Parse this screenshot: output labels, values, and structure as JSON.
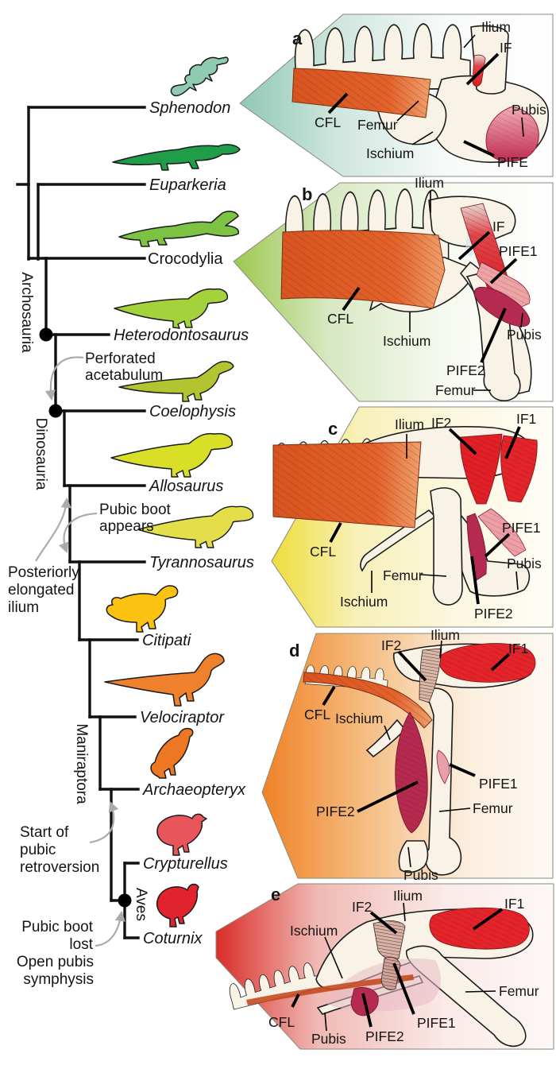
{
  "tree": {
    "clade_labels": {
      "archosauria": "Archosauria",
      "dinosauria": "Dinosauria",
      "maniraptora": "Maniraptora",
      "aves": "Aves"
    },
    "taxa": [
      {
        "name": "Sphenodon",
        "color": "#8fcbb0"
      },
      {
        "name": "Euparkeria",
        "color": "#1f9d49"
      },
      {
        "name": "Crocodylia",
        "color": "#7dc242"
      },
      {
        "name": "Heterodontosaurus",
        "color": "#a4d23b"
      },
      {
        "name": "Coelophysis",
        "color": "#b3c431"
      },
      {
        "name": "Allosaurus",
        "color": "#d9df26"
      },
      {
        "name": "Tyrannosaurus",
        "color": "#e4de4a"
      },
      {
        "name": "Citipati",
        "color": "#fcc211"
      },
      {
        "name": "Velociraptor",
        "color": "#f0812c"
      },
      {
        "name": "Archaeopteryx",
        "color": "#ed7722"
      },
      {
        "name": "Crypturellus",
        "color": "#e8555a"
      },
      {
        "name": "Coturnix",
        "color": "#e0232c"
      }
    ],
    "annotations": {
      "perforated_acetabulum": [
        "Perforated",
        "acetabulum"
      ],
      "pubic_boot_appears": [
        "Pubic boot",
        "appears"
      ],
      "posteriorly_elongated_ilium": [
        "Posteriorly",
        "elongated",
        "ilium"
      ],
      "start_pubic_retroversion": [
        "Start of",
        "pubic",
        "retroversion"
      ],
      "pubic_boot_lost": [
        "Pubic boot",
        "lost"
      ],
      "open_pubis_symphysis": [
        "Open pubis",
        "symphysis"
      ]
    }
  },
  "panels": {
    "a": {
      "letter": "a",
      "tint": "#8fc8b4",
      "labels": {
        "ilium": "Ilium",
        "if": "IF",
        "pubis": "Pubis",
        "cfl": "CFL",
        "femur": "Femur",
        "ischium": "Ischium",
        "pife": "PIFE"
      }
    },
    "b": {
      "letter": "b",
      "tint": "#9cc84e",
      "labels": {
        "ilium": "Ilium",
        "if": "IF",
        "pife1": "PIFE1",
        "cfl": "CFL",
        "ischium": "Ischium",
        "pubis": "Pubis",
        "pife2": "PIFE2",
        "femur": "Femur"
      }
    },
    "c": {
      "letter": "c",
      "tint": "#eedd3a",
      "labels": {
        "ilium": "Ilium",
        "if2": "IF2",
        "if1": "IF1",
        "cfl": "CFL",
        "pife1": "PIFE1",
        "pubis": "Pubis",
        "femur": "Femur",
        "ischium": "Ischium",
        "pife2": "PIFE2"
      }
    },
    "d": {
      "letter": "d",
      "tint": "#ef8226",
      "labels": {
        "if2": "IF2",
        "ilium": "Ilium",
        "if1": "IF1",
        "cfl": "CFL",
        "ischium": "Ischium",
        "pife1": "PIFE1",
        "pife2": "PIFE2",
        "femur": "Femur",
        "pubis": "Pubis"
      }
    },
    "e": {
      "letter": "e",
      "tint": "#da2d28",
      "labels": {
        "if2": "IF2",
        "ilium": "Ilium",
        "if1": "IF1",
        "ischium": "Ischium",
        "femur": "Femur",
        "cfl": "CFL",
        "pubis": "Pubis",
        "pife2": "PIFE2",
        "pife1": "PIFE1"
      }
    }
  },
  "colors": {
    "bone": "#f8f3e6",
    "outline": "#1c1c1c",
    "cfl_orange": "#e0592a",
    "if_red": "#df2127",
    "pife_dark": "#b52a50",
    "pife_light": "#eda4a4",
    "tree_line": "#111111",
    "node_dot": "#000000",
    "arrow_gray": "#ababab"
  }
}
